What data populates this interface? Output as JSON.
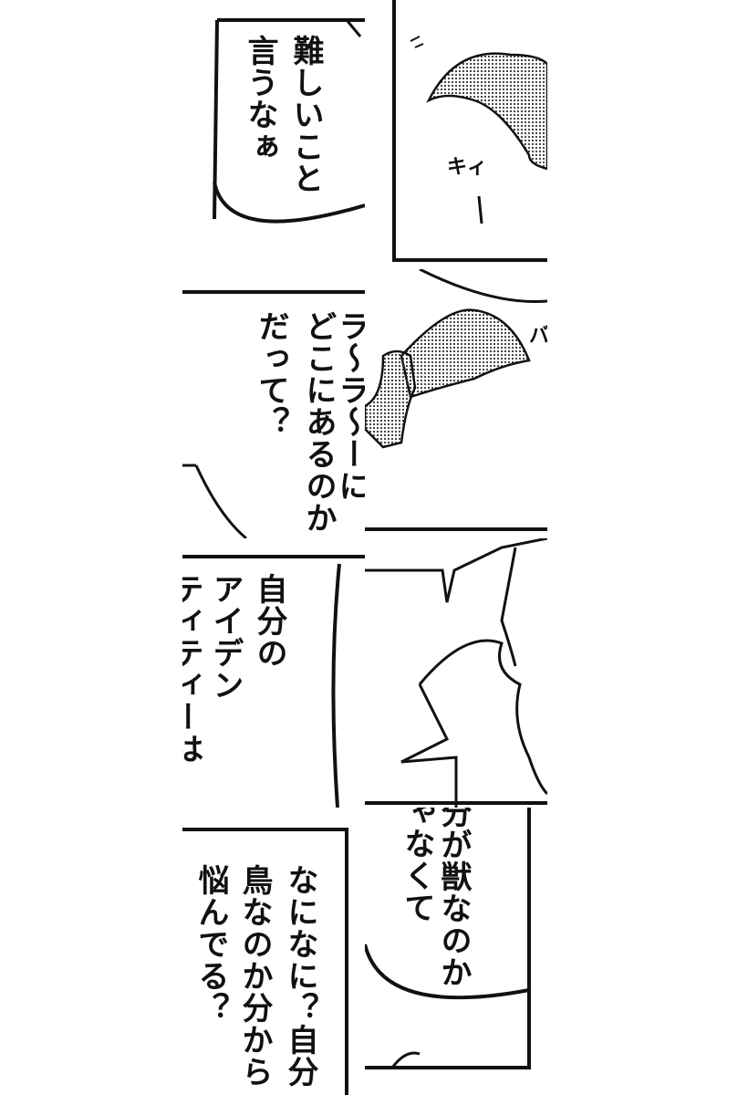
{
  "panels": [
    {
      "id": "p1",
      "lines": [
        "難しいこと",
        "言うなぁ"
      ]
    },
    {
      "id": "p2",
      "sfx": "キィ"
    },
    {
      "id": "p3",
      "lines": [
        "ラ〜ラ〜ーに",
        "どこにあるのか",
        "だって？"
      ]
    },
    {
      "id": "p4",
      "sfx": "バ"
    },
    {
      "id": "p5",
      "lines": [
        "自分の",
        "アイデン",
        "ティティーは"
      ]
    },
    {
      "id": "p6"
    },
    {
      "id": "p7",
      "lines": [
        "なになに？自分",
        "鳥なのか分から",
        "悩んでる？"
      ]
    },
    {
      "id": "p8",
      "lines": [
        "分が獣なのか",
        "じゃなくて"
      ]
    }
  ],
  "colors": {
    "ink": "#111111",
    "screentone": "#9a9a9a",
    "paper": "#ffffff"
  }
}
